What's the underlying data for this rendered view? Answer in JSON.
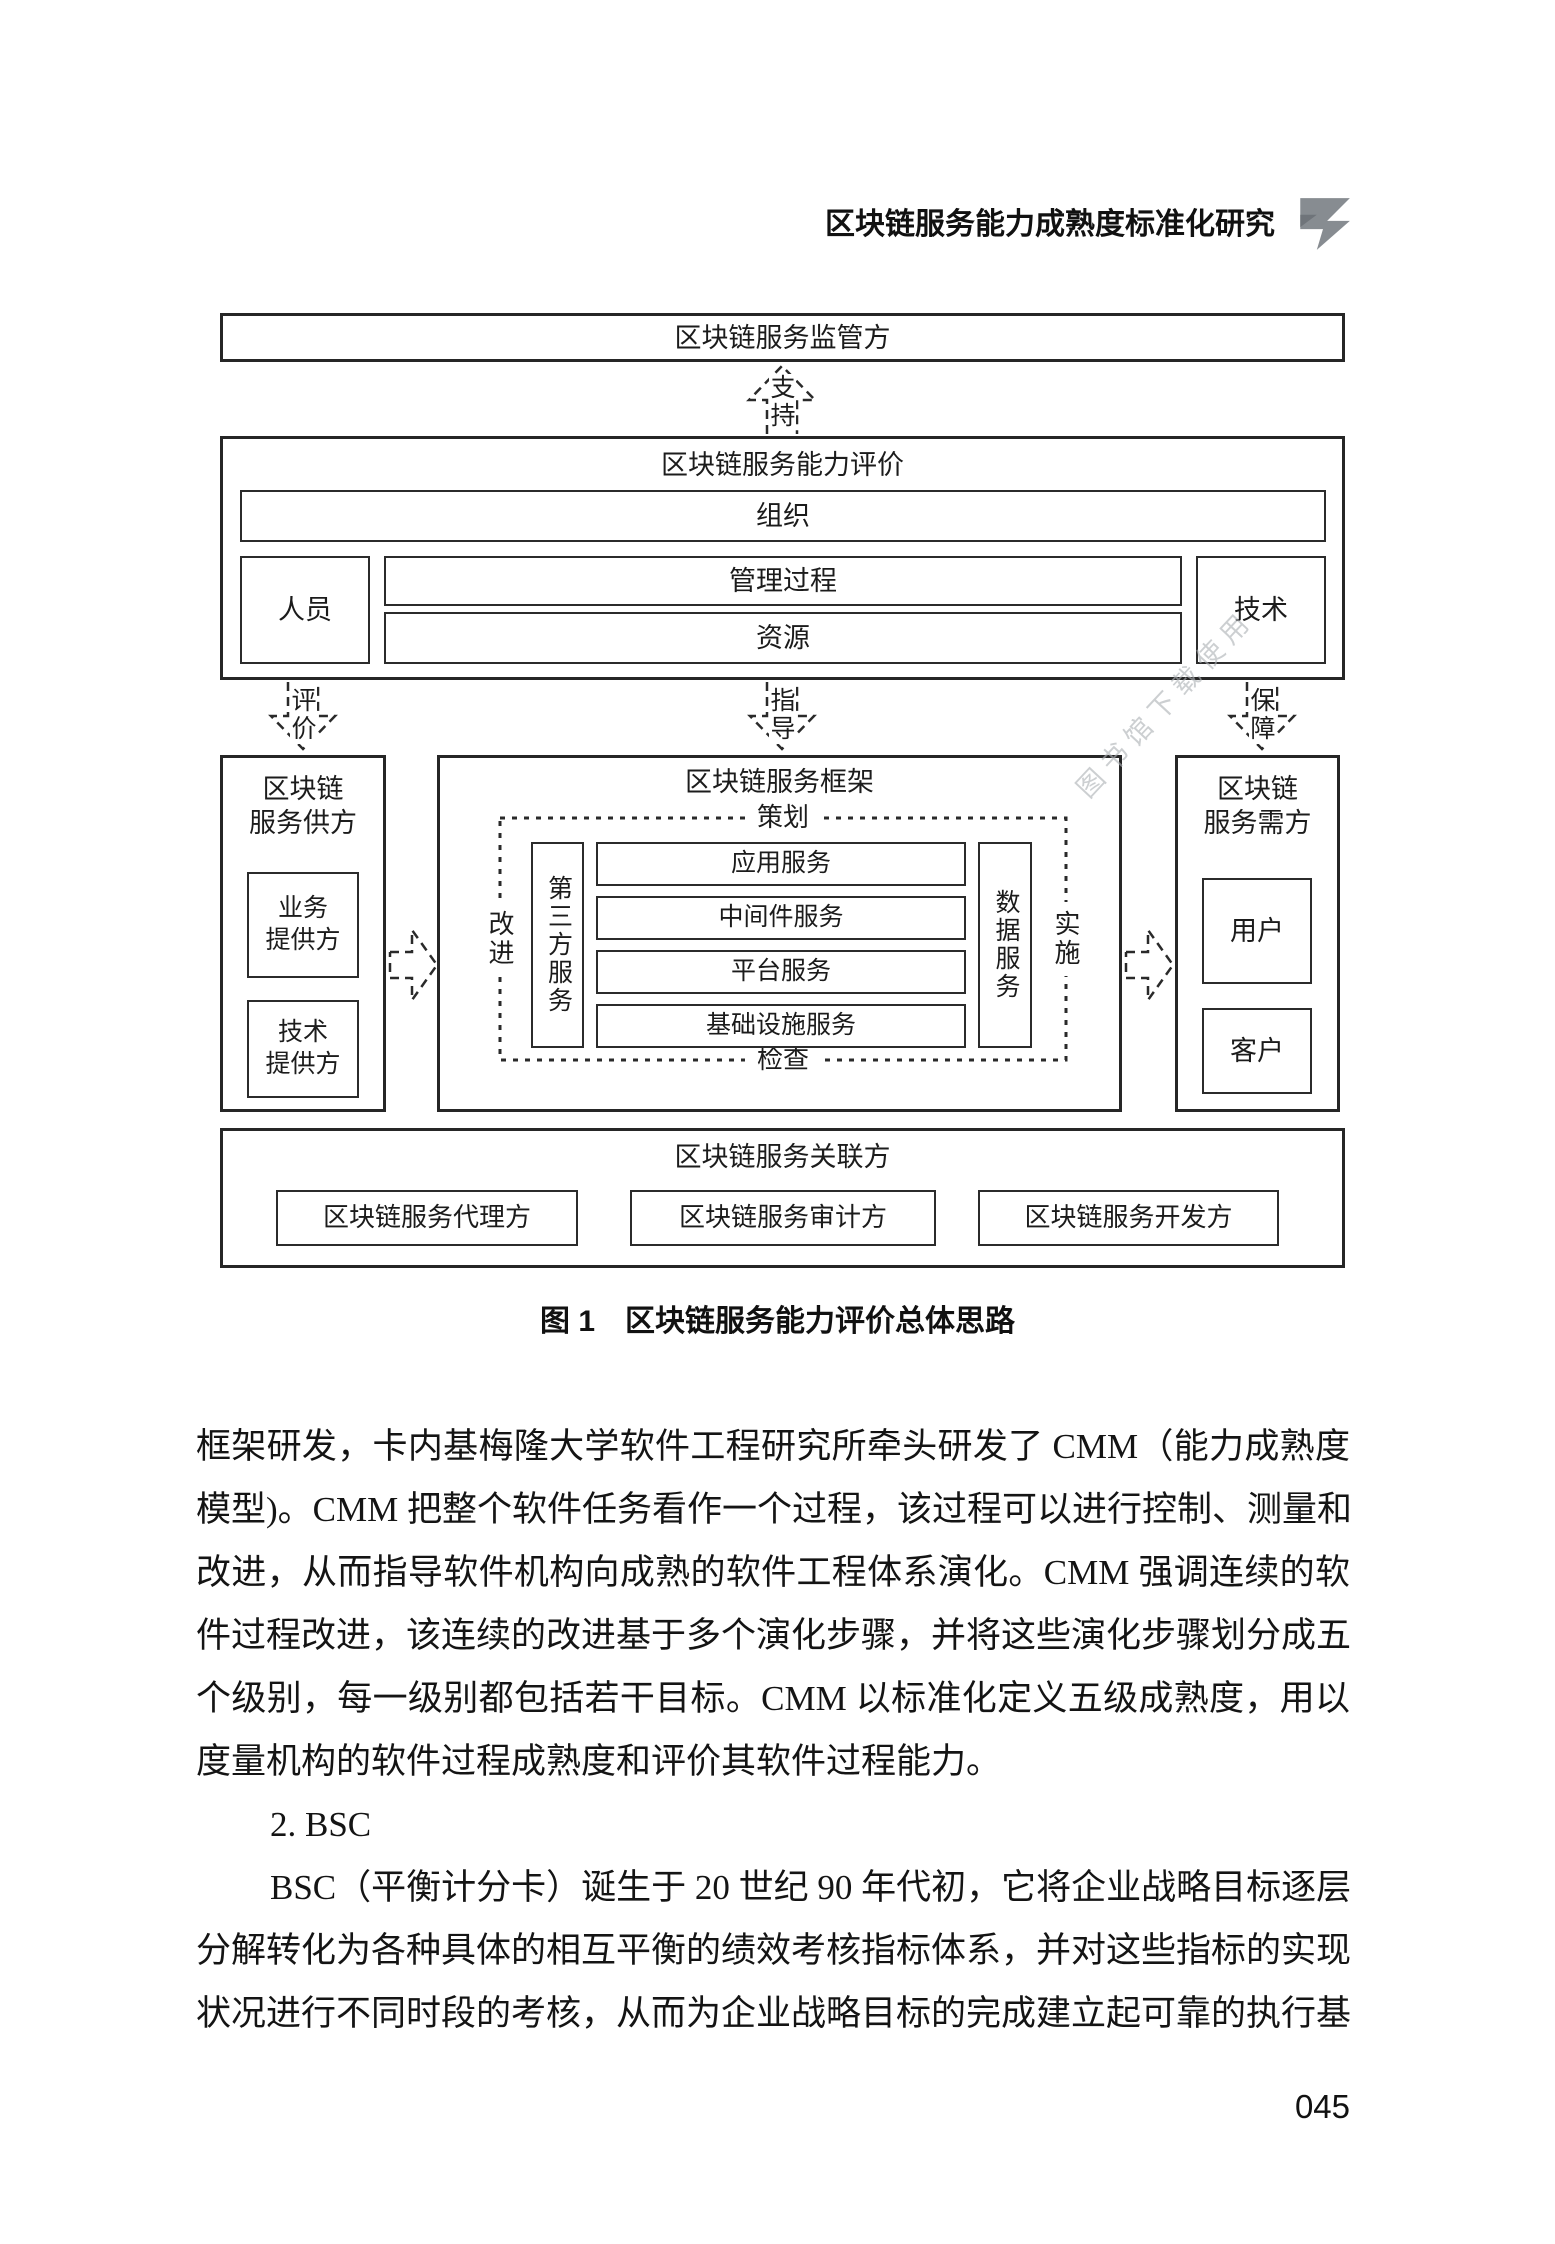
{
  "header": {
    "title": "区块链服务能力成熟度标准化研究"
  },
  "watermark": "图书馆下载使用",
  "figure": {
    "caption": "图 1　区块链服务能力评价总体思路",
    "regulator": "区块链服务监管方",
    "arrow_support": "支持",
    "evaluation": {
      "title": "区块链服务能力评价",
      "org": "组织",
      "person": "人员",
      "process": "管理过程",
      "resource": "资源",
      "tech": "技术"
    },
    "arrow_evaluate": "评价",
    "arrow_guide": "指导",
    "arrow_assure": "保障",
    "supplier": {
      "line1": "区块链",
      "line2": "服务供方",
      "biz_line1": "业务",
      "biz_line2": "提供方",
      "tech_line1": "技术",
      "tech_line2": "提供方"
    },
    "framework": {
      "title": "区块链服务框架",
      "plan": "策划",
      "improve": "改进",
      "implement": "实施",
      "check": "检查",
      "third_party": "第三方服务",
      "app": "应用服务",
      "middleware": "中间件服务",
      "platform": "平台服务",
      "infra": "基础设施服务",
      "data": "数据服务"
    },
    "demander": {
      "line1": "区块链",
      "line2": "服务需方",
      "user": "用户",
      "customer": "客户"
    },
    "related": {
      "title": "区块链服务关联方",
      "agent": "区块链服务代理方",
      "auditor": "区块链服务审计方",
      "developer": "区块链服务开发方"
    }
  },
  "body": {
    "p1_l1": "框架研发，卡内基梅隆大学软件工程研究所牵头研发了 CMM（能力成熟度",
    "p1_l2": "模型)。CMM 把整个软件任务看作一个过程，该过程可以进行控制、测量和",
    "p1_l3": "改进，从而指导软件机构向成熟的软件工程体系演化。CMM 强调连续的软",
    "p1_l4": "件过程改进，该连续的改进基于多个演化步骤，并将这些演化步骤划分成五",
    "p1_l5": "个级别，每一级别都包括若干目标。CMM 以标准化定义五级成熟度，用以",
    "p1_l6": "度量机构的软件过程成熟度和评价其软件过程能力。",
    "h2": "2. BSC",
    "p2_l1": "BSC（平衡计分卡）诞生于 20 世纪 90 年代初，它将企业战略目标逐层",
    "p2_l2": "分解转化为各种具体的相互平衡的绩效考核指标体系，并对这些指标的实现",
    "p2_l3": "状况进行不同时段的考核，从而为企业战略目标的完成建立起可靠的执行基"
  },
  "page_number": "045"
}
